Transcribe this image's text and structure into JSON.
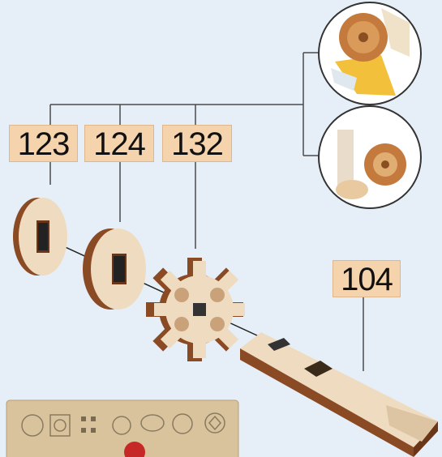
{
  "callouts": [
    {
      "id": "part-123",
      "label": "123"
    },
    {
      "id": "part-124",
      "label": "124"
    },
    {
      "id": "part-132",
      "label": "132"
    },
    {
      "id": "part-104",
      "label": "104"
    }
  ],
  "detail_views": [
    "gear-on-paper-detail",
    "gear-on-axle-detail"
  ],
  "sheet_thumbnail": "parts-sheet-preview"
}
